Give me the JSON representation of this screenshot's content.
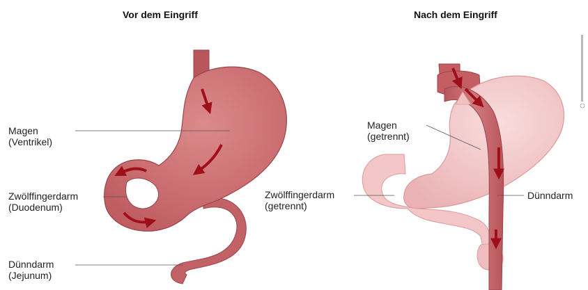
{
  "titles": {
    "before": "Vor dem Eingriff",
    "after": "Nach dem Eingriff"
  },
  "labels": {
    "stomach_before": {
      "line1": "Magen",
      "line2": "(Ventrikel)"
    },
    "duodenum_before": {
      "line1": "Zwölffingerdarm",
      "line2": "(Duodenum)"
    },
    "jejunum_before": {
      "line1": "Dünndarm",
      "line2": "(Jejunum)"
    },
    "stomach_after": {
      "line1": "Magen",
      "line2": "(getrennt)"
    },
    "duodenum_after": {
      "line1": "Zwölffingerdarm",
      "line2": "(getrennt)"
    },
    "small_intestine_after": {
      "line1": "Dünndarm"
    }
  },
  "colors": {
    "organ_before": "#c8676a",
    "organ_before_dark": "#a94a4f",
    "organ_after": "#f2c2c3",
    "organ_after_dark": "#d99a9d",
    "intestine_after": "#c45e63",
    "arrow": "#9e0f1a",
    "leader_line": "#555555"
  },
  "watermark": {
    "icon": "copyright-watermark"
  }
}
